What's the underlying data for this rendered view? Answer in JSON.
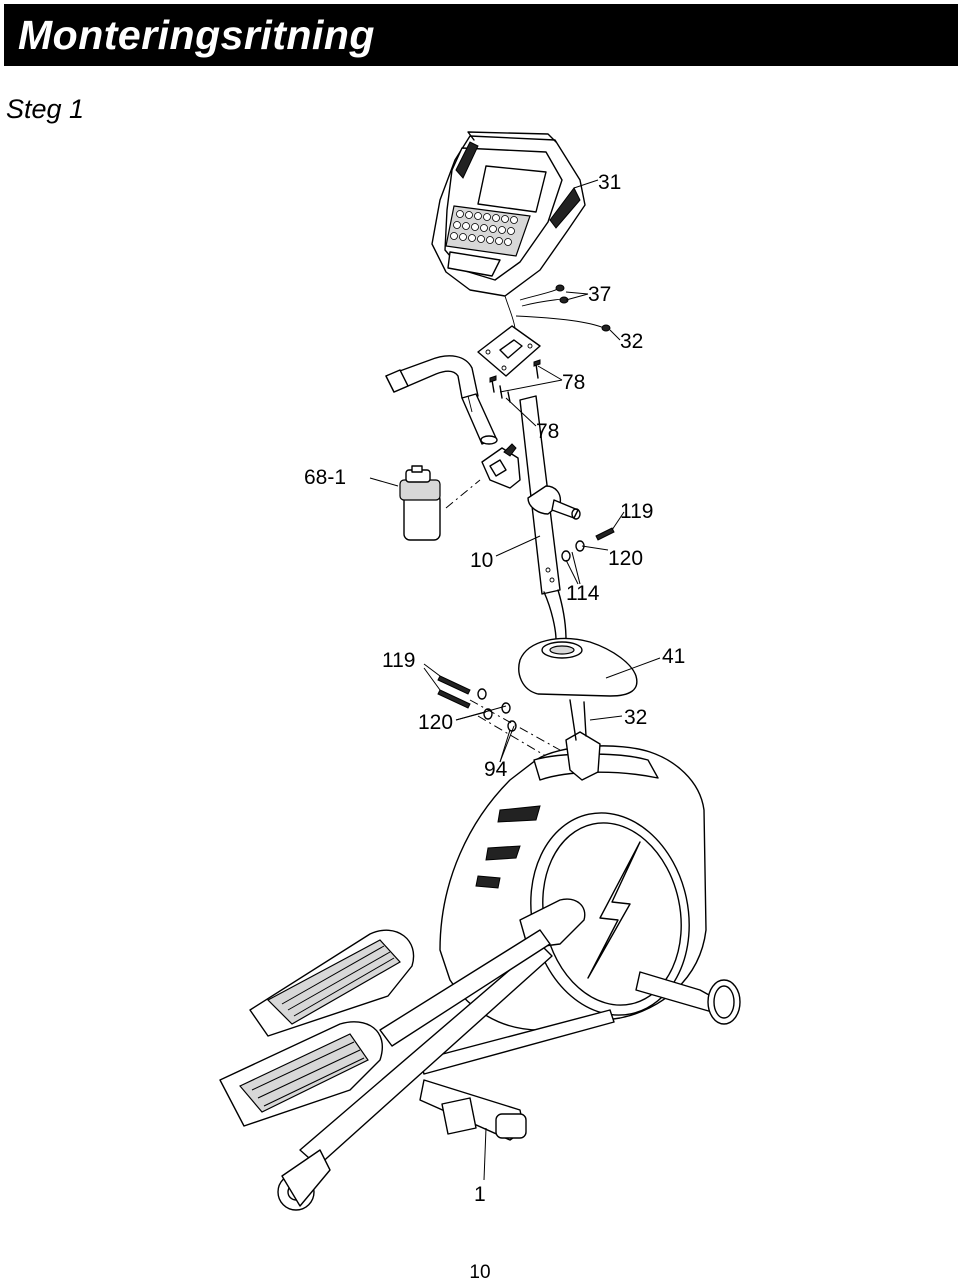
{
  "header": {
    "title": "Monteringsritning"
  },
  "step": {
    "title": "Steg 1"
  },
  "callouts": {
    "c31": "31",
    "c37": "37",
    "c32a": "32",
    "c78a": "78",
    "c78b": "78",
    "c68_1": "68-1",
    "c119a": "119",
    "c10": "10",
    "c120a": "120",
    "c114": "114",
    "c119b": "119",
    "c41": "41",
    "c120b": "120",
    "c32b": "32",
    "c94": "94",
    "c1": "1"
  },
  "footer": {
    "page_number": "10"
  }
}
